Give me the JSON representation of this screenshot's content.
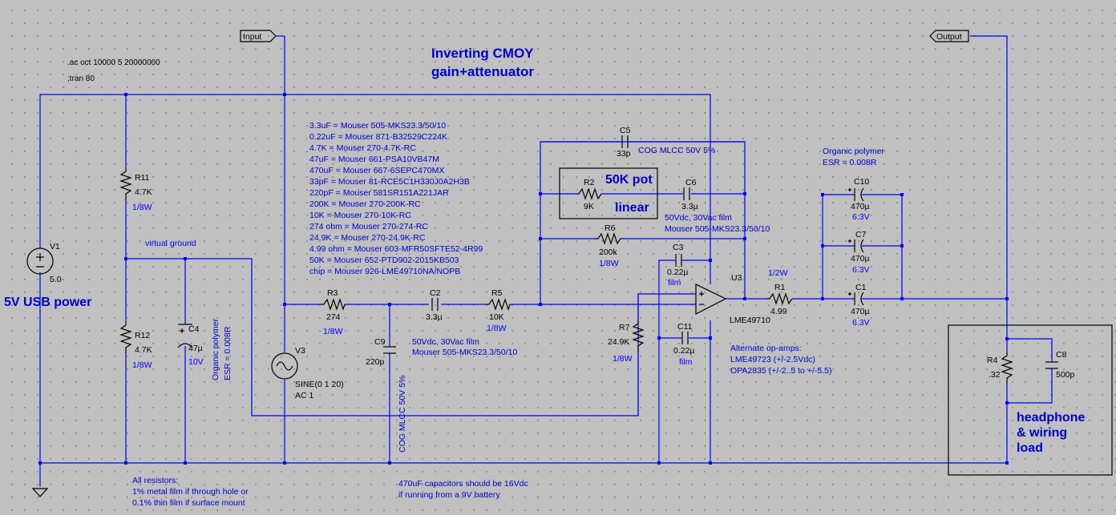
{
  "title_line1": "Inverting CMOY",
  "title_line2": "gain+attenuator",
  "directives": [
    ".ac oct 10000 5 20000000",
    ";tran 80"
  ],
  "net_labels": {
    "input": "Input",
    "output": "Output",
    "virtual_ground": "virtual ground"
  },
  "components": {
    "V1": {
      "name": "V1",
      "value": "5.0"
    },
    "V3": {
      "name": "V3",
      "value": "SINE(0 1 20)",
      "value2": "AC 1"
    },
    "R11": {
      "name": "R11",
      "value": "4.7K",
      "note": "1/8W"
    },
    "R12": {
      "name": "R12",
      "value": "4.7K",
      "note": "1/8W"
    },
    "C4": {
      "name": "C4",
      "value": "47µ",
      "note": "10V"
    },
    "R3": {
      "name": "R3",
      "value": "274",
      "note": "1/8W"
    },
    "C9": {
      "name": "C9",
      "value": "220p"
    },
    "C2": {
      "name": "C2",
      "value": "3.3µ"
    },
    "R5": {
      "name": "R5",
      "value": "10K",
      "note": "1/8W"
    },
    "C5": {
      "name": "C5",
      "value": "33p"
    },
    "R2": {
      "name": "R2",
      "value": "9K"
    },
    "C6": {
      "name": "C6",
      "value": "3.3µ"
    },
    "R6": {
      "name": "R6",
      "value": "200k",
      "note": "1/8W"
    },
    "C3": {
      "name": "C3",
      "value": "0.22µ",
      "note": "film"
    },
    "C11": {
      "name": "C11",
      "value": "0.22µ",
      "note": "film"
    },
    "R7": {
      "name": "R7",
      "value": "24.9K",
      "note": "1/8W"
    },
    "U3": {
      "name": "U3",
      "value": "LME49710"
    },
    "R1": {
      "name": "R1",
      "value": "4.99",
      "note": "1/2W"
    },
    "C10": {
      "name": "C10",
      "value": "470µ",
      "note": "6.3V"
    },
    "C7": {
      "name": "C7",
      "value": "470µ",
      "note": "6.3V"
    },
    "C1": {
      "name": "C1",
      "value": "470µ",
      "note": "6.3V"
    },
    "R4": {
      "name": "R4",
      "value": ".32"
    },
    "C8": {
      "name": "C8",
      "value": "500p"
    }
  },
  "parts_list": [
    "3.3uF = Mouser 505-MKS23.3/50/10",
    "0.22uF = Mouser 871-B32529C224K",
    "4.7K = Mouser 270-4.7K-RC",
    "47uF = Mouser 661-PSA10VB47M",
    "470uF = Mouser 667-6SEPC470MX",
    "33pF = Mouser 81-RCE5C1H330J0A2H3B",
    "220pF = Mouser 581SR151A221JAR",
    "200K = Mouser 270-200K-RC",
    "10K = Mouser 270-10K-RC",
    "274 ohm = Mouser 270-274-RC",
    "24.9K = Mouser 270-24.9K-RC",
    "4.99 ohm =  Mouser 603-MFR50SFTE52-4R99",
    "50K = Mouser 652-PTD902-2015KB503",
    "chip = Mouser 926-LME49710NA/NOPB"
  ],
  "annotations": {
    "usb_power": "5V USB power",
    "c4_dielectric_line1": "Organic polymer",
    "c4_dielectric_line2": "ESR = 0.008R",
    "c9_dielectric": "COG MLCC 50V 5%",
    "c5_dielectric": "COG MLCC 50V 5%",
    "pot_title": "50K pot",
    "pot_taper": "linear",
    "c6_spec_line1": "50Vdc, 30Vac film",
    "c6_spec_line2": "Mouser 505-MKS23.3/50/10",
    "c2_spec_line1": "50Vdc, 30Vac film",
    "c2_spec_line2": "Mouser 505-MKS23.3/50/10",
    "out_caps_line1": "Organic polymer",
    "out_caps_line2": "ESR = 0.008R",
    "alt_opamps": [
      "Alternate op-amps:",
      "LME49723 (+/-2.5Vdc)",
      "OPA2835 (+/-2..5 to +/-5.5)"
    ],
    "load": [
      "headphone",
      "& wiring",
      "load"
    ],
    "resistors_note": [
      "All resistors:",
      "1% metal film if through hole or",
      "0.1% thin film if surface mount"
    ],
    "battery_note": [
      "470uF capacitors should be 16Vdc",
      "if running from a 9V battery"
    ]
  }
}
